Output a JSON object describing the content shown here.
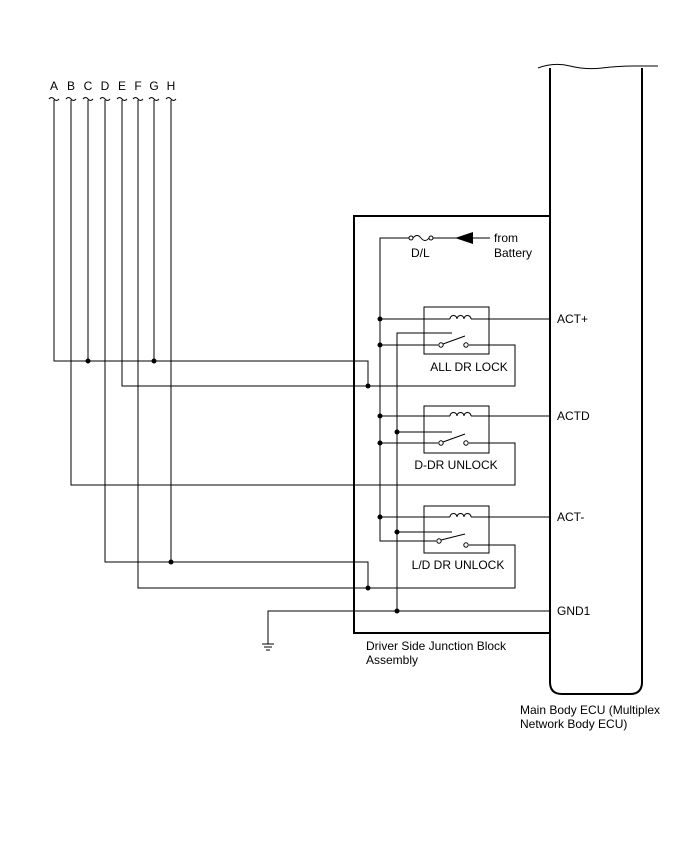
{
  "connectors": [
    "A",
    "B",
    "C",
    "D",
    "E",
    "F",
    "G",
    "H"
  ],
  "fuse_label": "D/L",
  "battery_label": [
    "from",
    "Battery"
  ],
  "relays": [
    "ALL DR LOCK",
    "D-DR UNLOCK",
    "L/D DR UNLOCK"
  ],
  "ecu_pins": [
    "ACT+",
    "ACTD",
    "ACT-",
    "GND1"
  ],
  "junction_block_label": [
    "Driver Side Junction Block",
    "Assembly"
  ],
  "ecu_label": [
    "Main Body ECU (Multiplex",
    "Network Body ECU)"
  ]
}
